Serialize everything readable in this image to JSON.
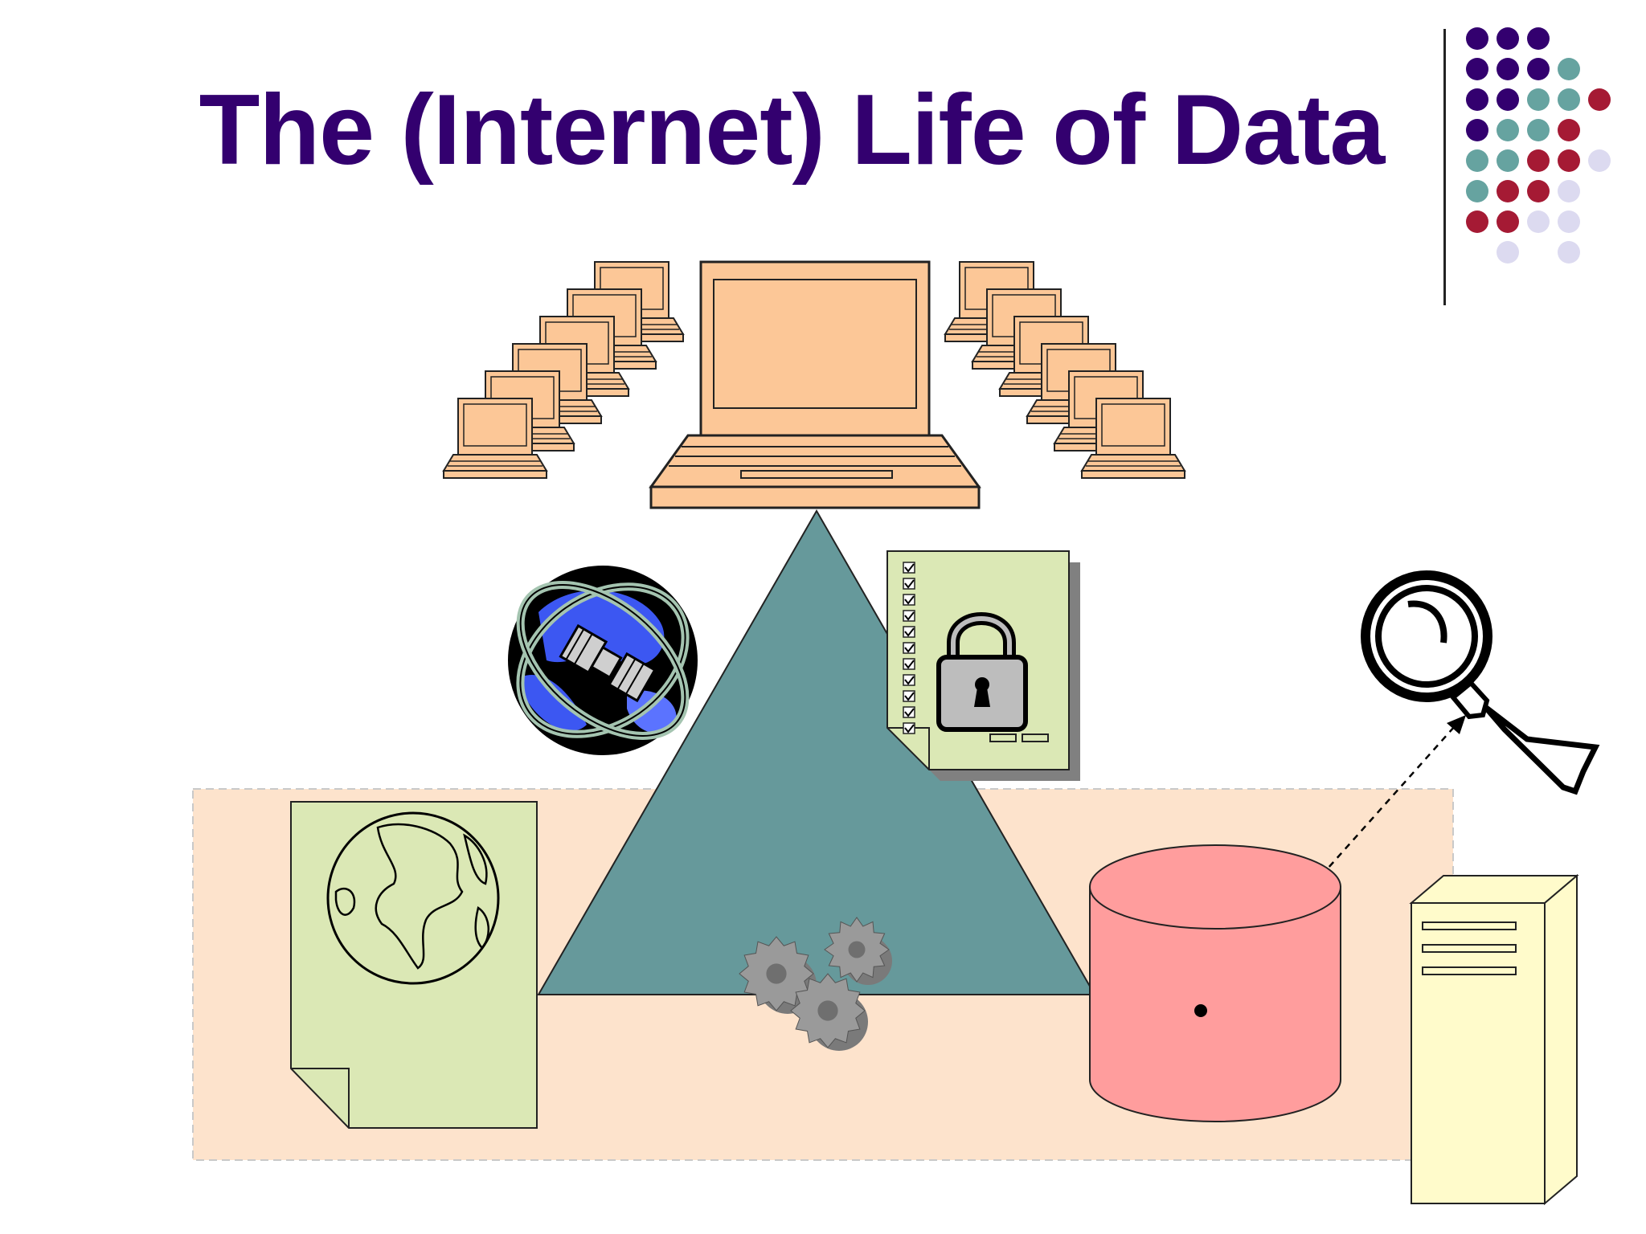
{
  "slide": {
    "title": "The (Internet) Life of Data"
  },
  "colors": {
    "title": "#33006f",
    "dot_purple": "#33006f",
    "dot_teal": "#66a3a0",
    "dot_red": "#a51a34",
    "dot_lilac": "#dcdaf0",
    "laptop_fill": "#fcc797",
    "triangle_fill": "#66999b",
    "background_band": "#fde3cc",
    "document_fill": "#dbe8b5",
    "lock_doc_fill": "#dbe8b5",
    "database_fill": "#ff9d9d",
    "server_fill": "#fffbcb",
    "gear_fill": "#9a9a9a"
  },
  "dots": {
    "rows": [
      [
        "purple",
        "purple",
        "purple",
        "none",
        "none"
      ],
      [
        "purple",
        "purple",
        "purple",
        "teal",
        "none"
      ],
      [
        "purple",
        "purple",
        "teal",
        "teal",
        "red"
      ],
      [
        "purple",
        "teal",
        "teal",
        "red",
        "none"
      ],
      [
        "teal",
        "teal",
        "red",
        "red",
        "lilac"
      ],
      [
        "teal",
        "red",
        "red",
        "lilac",
        "none"
      ],
      [
        "red",
        "red",
        "lilac",
        "lilac",
        "none"
      ],
      [
        "none",
        "lilac",
        "none",
        "lilac",
        "none"
      ]
    ]
  },
  "icons": {
    "main_laptop": "laptop-icon",
    "left_laptops": "laptop-icon",
    "right_laptops": "laptop-icon",
    "globe_plug": "globe-plug-icon",
    "lock_document": "padlock-document-icon",
    "magnifier": "magnifying-glass-icon",
    "world_document": "world-map-document-icon",
    "gears": "gears-icon",
    "database": "database-cylinder-icon",
    "server": "server-tower-icon",
    "triangle": "triangle-shape"
  }
}
